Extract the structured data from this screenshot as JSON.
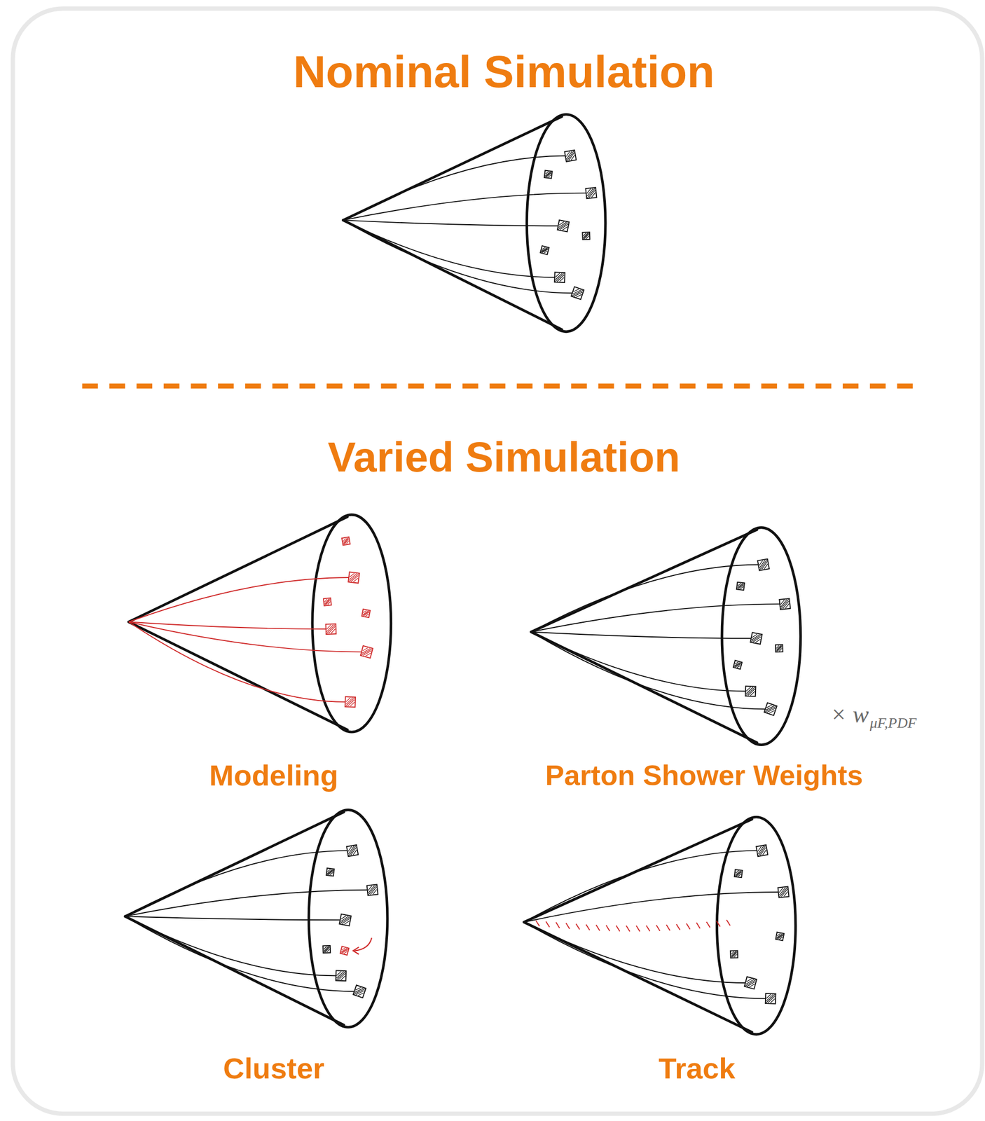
{
  "diagram": {
    "title": "Nominal Simulation",
    "labels": [
      "Varied Simulation",
      "Modeling",
      "× w",
      "μF,PDF",
      "Parton Shower Weights",
      "Cluster",
      "Track"
    ]
  }
}
